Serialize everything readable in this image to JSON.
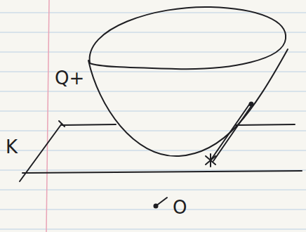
{
  "diagram": {
    "labels": [
      "Q+",
      "K",
      "O"
    ]
  }
}
